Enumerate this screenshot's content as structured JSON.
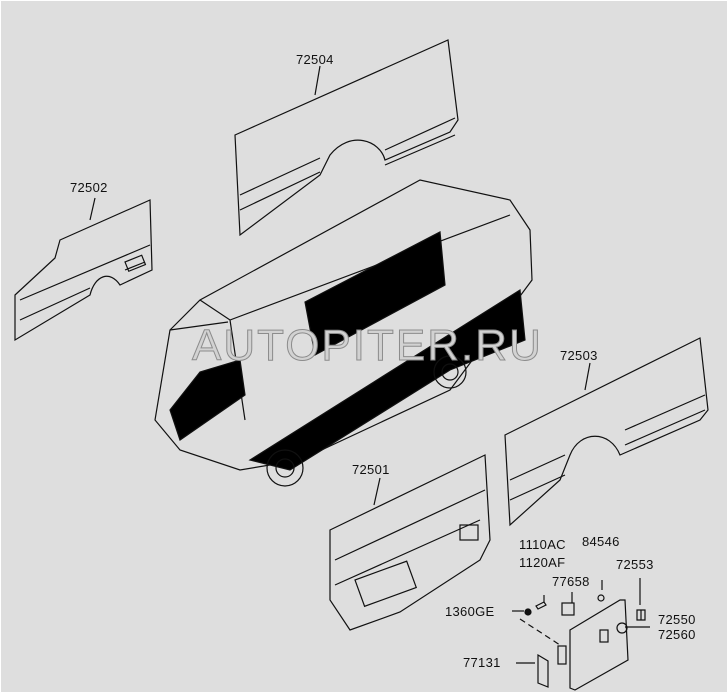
{
  "diagram": {
    "watermark": "AUTOPITER.RU",
    "parts": {
      "p72504": "72504",
      "p72502": "72502",
      "p72503": "72503",
      "p72501": "72501",
      "p1110AC": "1110AC",
      "p1120AF": "1120AF",
      "p84546": "84546",
      "p72553": "72553",
      "p77658": "77658",
      "p1360GE": "1360GE",
      "p72550": "72550",
      "p72560": "72560",
      "p77131": "77131"
    }
  }
}
